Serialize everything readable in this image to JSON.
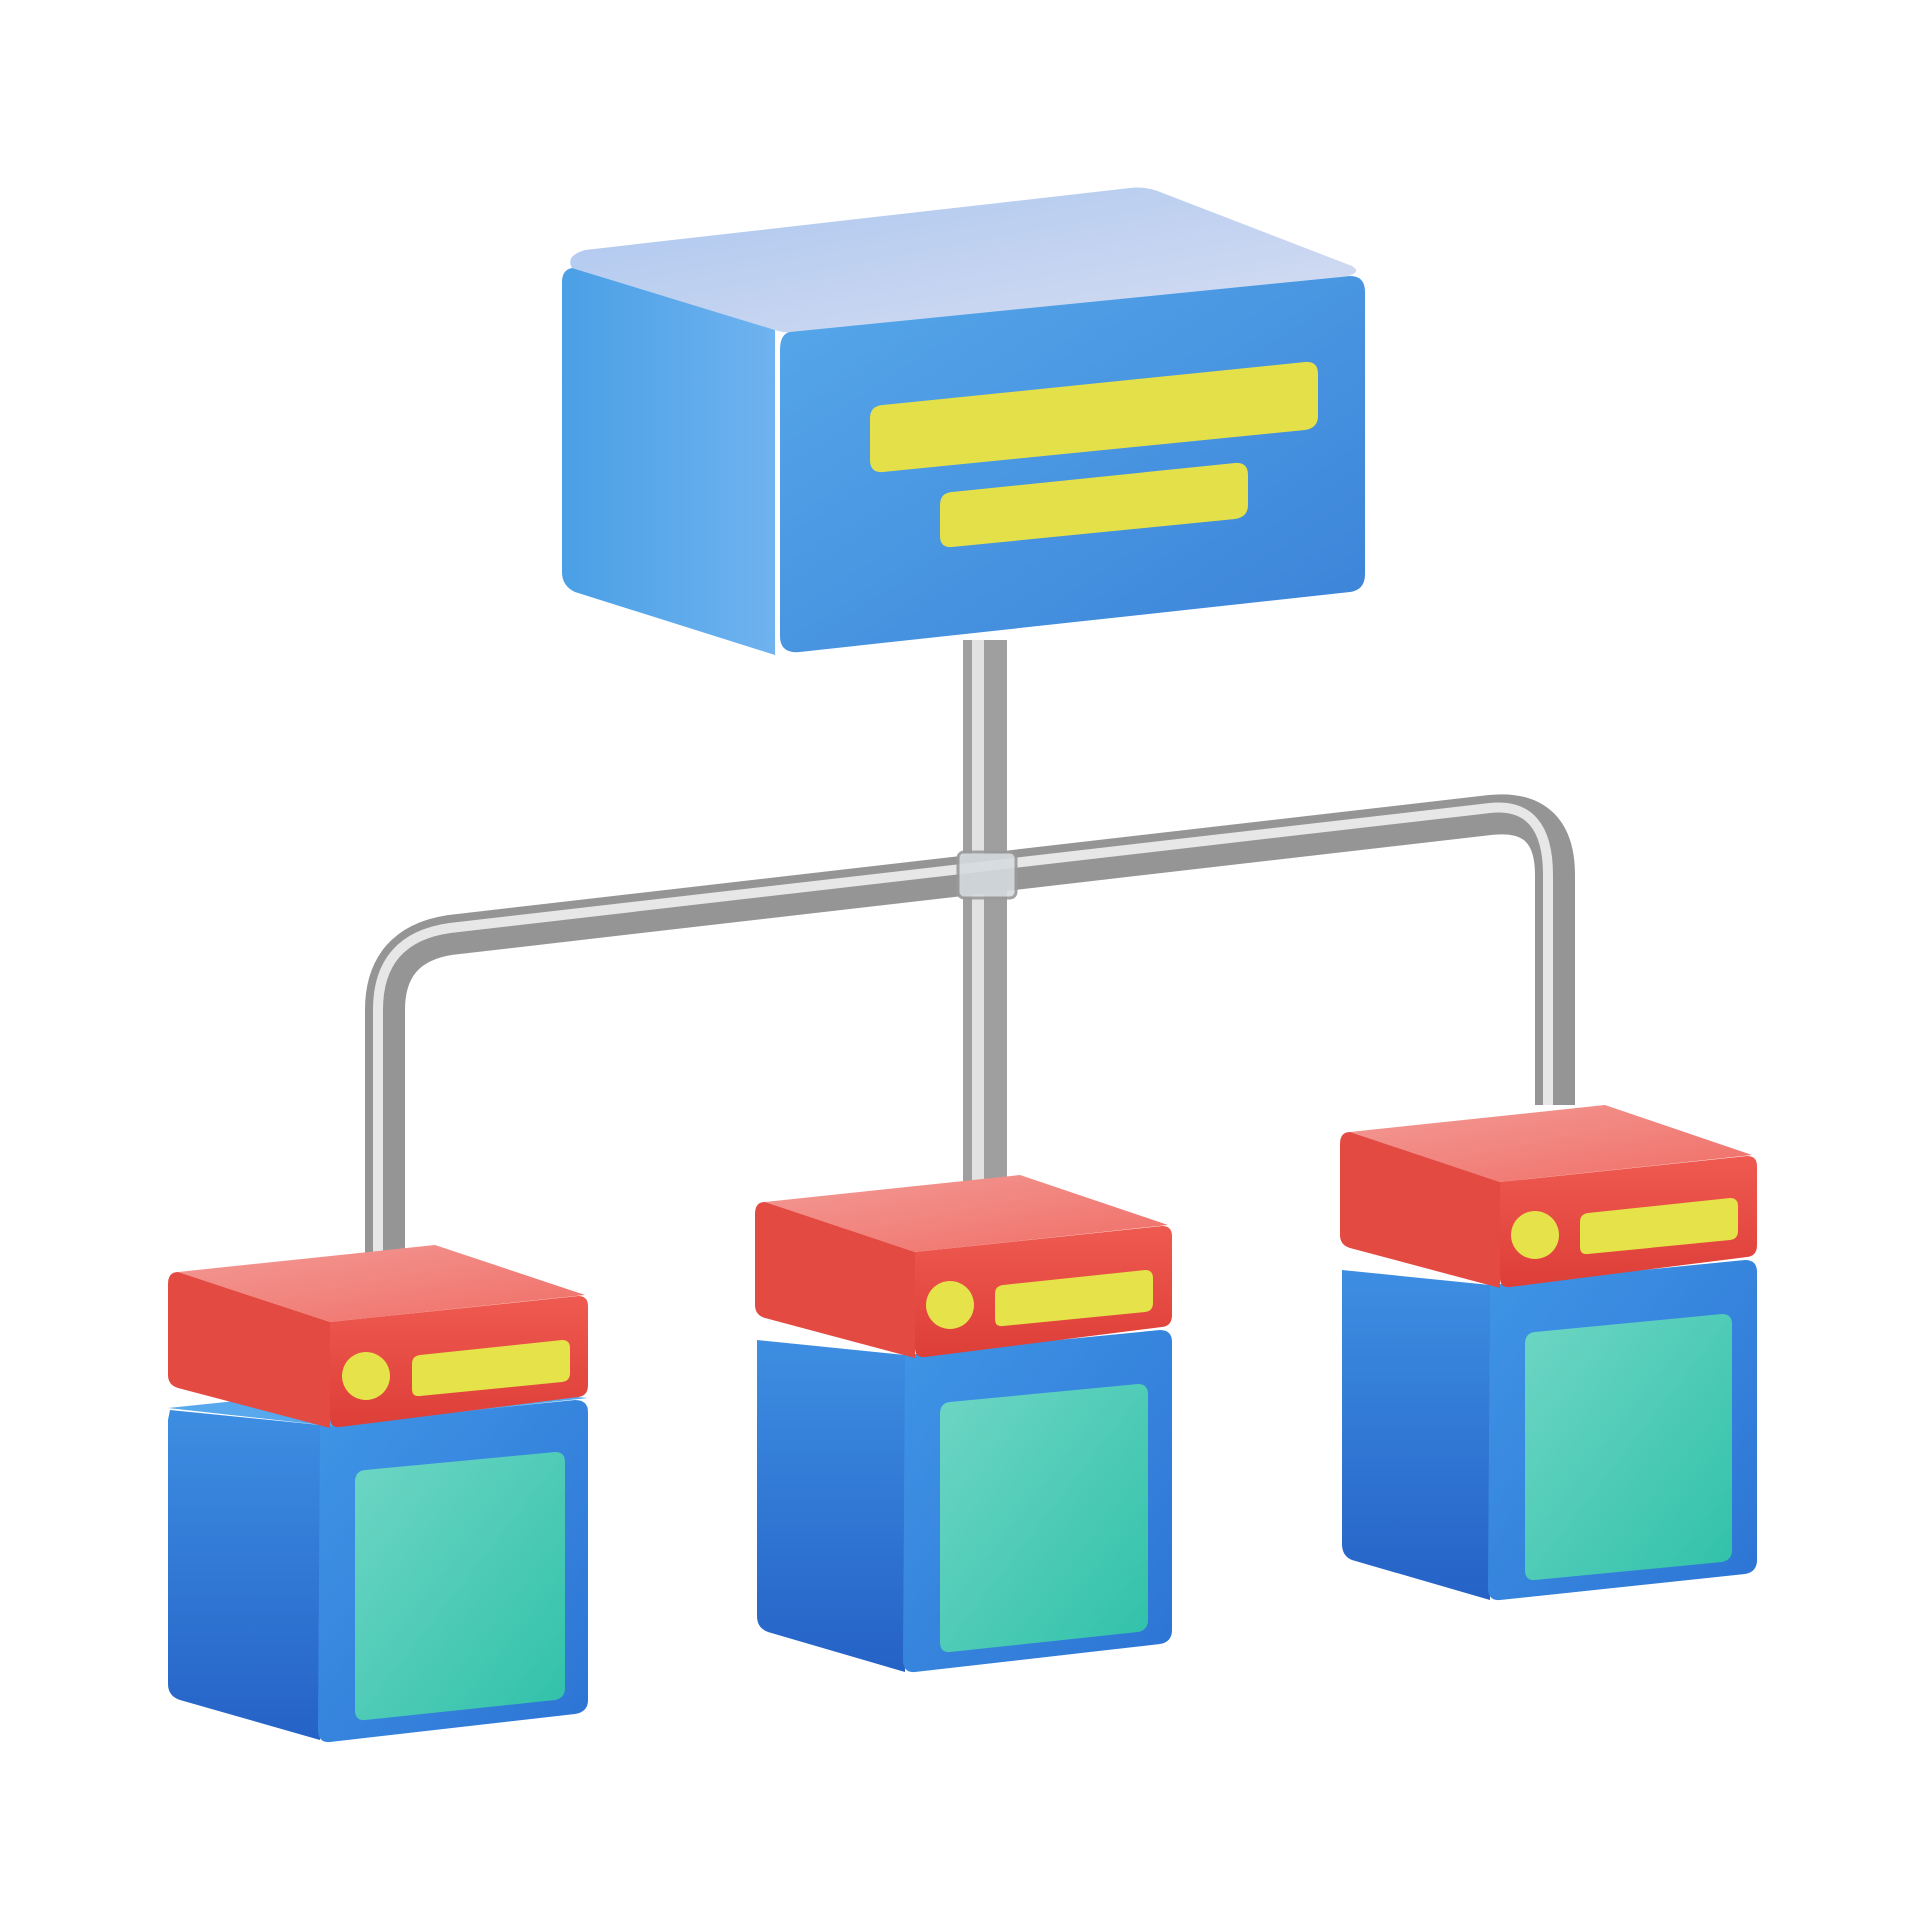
{
  "diagram": {
    "kind": "hierarchy-icon",
    "nodes": [
      {
        "id": "root",
        "role": "parent-box",
        "label_bars": 2
      },
      {
        "id": "child-left",
        "role": "server",
        "parent": "root"
      },
      {
        "id": "child-middle",
        "role": "server",
        "parent": "root"
      },
      {
        "id": "child-right",
        "role": "server",
        "parent": "root"
      }
    ],
    "connector": "glass-tube",
    "colors": {
      "background": "#ffffff",
      "box_blue": "#3f8fe0",
      "box_blue_dark": "#2a6cc9",
      "box_top_light": "#c9d6f2",
      "accent_yellow": "#e6e24a",
      "server_red": "#e8473f",
      "server_red_top": "#f28a86",
      "panel_teal": "#35c4ae",
      "tube_gray": "#9a9a9a"
    }
  }
}
